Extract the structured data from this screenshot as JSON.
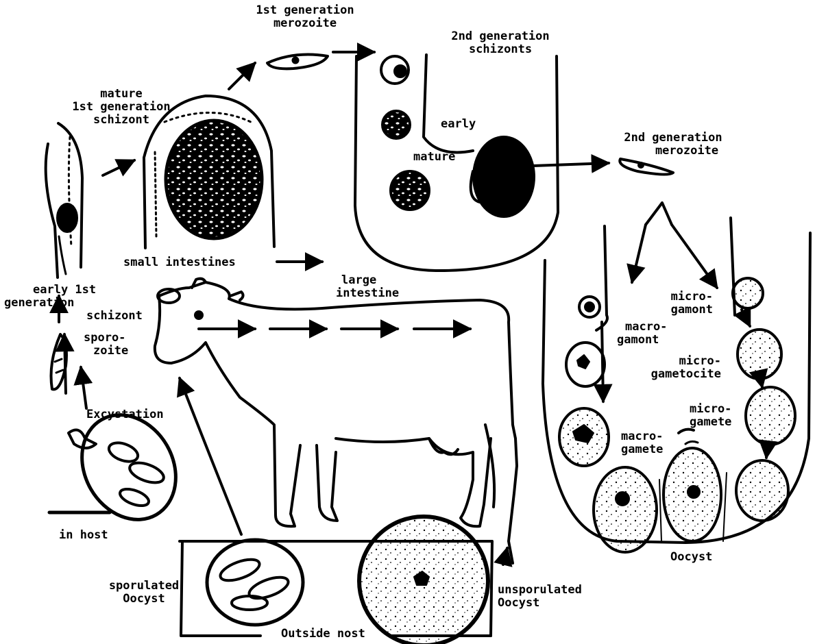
{
  "labels": {
    "gen1_merozoite_1": "1st generation",
    "gen1_merozoite_2": "merozoite",
    "gen2_schizonts_1": "2nd generation",
    "gen2_schizonts_2": "schizonts",
    "mature_schizont_1": "mature",
    "mature_schizont_2": "1st generation",
    "mature_schizont_3": "schizont",
    "early": "early",
    "mature": "mature",
    "gen2_merozoite_1": "2nd generation",
    "gen2_merozoite_2": "merozoite",
    "small_intestines": "small intestines",
    "large_intestine_1": "large",
    "large_intestine_2": "intestine",
    "early_schizont_1": "early 1st",
    "early_schizont_2": "generation",
    "early_schizont_3": "schizont",
    "sporozoite_1": "sporo-",
    "sporozoite_2": "zoite",
    "excystation": "Excystation",
    "in_host": "in host",
    "microgamont_1": "micro-",
    "microgamont_2": "gamont",
    "macrogamont_1": "macro-",
    "macrogamont_2": "gamont",
    "microgametocite_1": "micro-",
    "microgametocite_2": "gametocite",
    "microgamete_1": "micro-",
    "microgamete_2": "gamete",
    "macrogamete_1": "macro-",
    "macrogamete_2": "gamete",
    "oocyst": "Oocyst",
    "sporulated_1": "sporulated",
    "sporulated_2": "Oocyst",
    "unsporulated_1": "unsporulated",
    "unsporulated_2": "Oocyst",
    "outside_host": "Outside nost"
  },
  "colors": {
    "ink": "#000000",
    "paper": "#ffffff"
  }
}
